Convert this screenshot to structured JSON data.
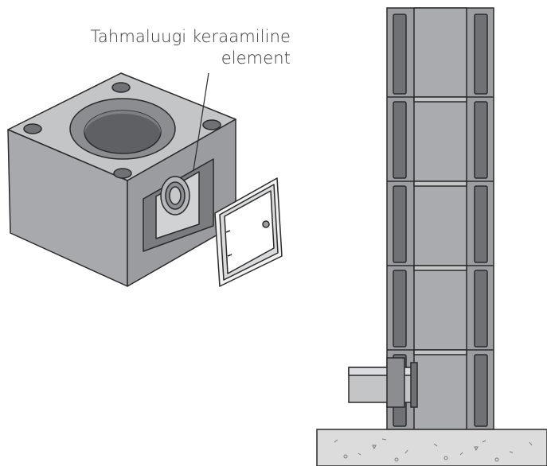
{
  "annotation": {
    "line1": "Tahmaluugi keraamiline",
    "line2": "element"
  },
  "colors": {
    "block_side": "#a4a6a9",
    "block_top": "#c3c5c7",
    "block_dark": "#8b8d90",
    "chimney_light": "#aeb0b3",
    "chimney_mid": "#9c9ea1",
    "chimney_dark": "#6f7174",
    "concrete": "#dcdcdc",
    "outline": "#2a2a2a"
  },
  "icons": [
    "ceramic-block-illustration",
    "clean-out-door-illustration",
    "chimney-section-illustration",
    "connecting-pipe-illustration",
    "concrete-floor-illustration"
  ]
}
